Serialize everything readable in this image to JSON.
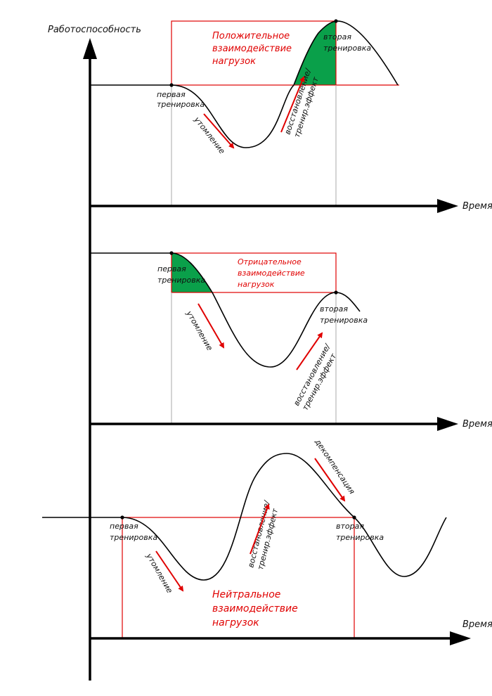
{
  "axes": {
    "y_label": "Работоспособность",
    "x_label": "Время"
  },
  "panels": [
    {
      "id": "positive",
      "title": [
        "Положительное",
        "взаимодействие",
        "нагрузок"
      ],
      "first_training": [
        "первая",
        "тренировка"
      ],
      "second_training": [
        "вторая",
        "тренировка"
      ],
      "fatigue": "утомление",
      "recovery": [
        "восстановление/",
        "тренир.эффект"
      ]
    },
    {
      "id": "negative",
      "title": [
        "Отрицательное",
        "взаимодействие",
        "нагрузок"
      ],
      "first_training": [
        "первая",
        "тренировка"
      ],
      "second_training": [
        "вторая",
        "тренировка"
      ],
      "fatigue": "утомление",
      "recovery": [
        "восстановление/",
        "тренир.эффект"
      ]
    },
    {
      "id": "neutral",
      "title": [
        "Нейтральное",
        "взаимодействие",
        "нагрузок"
      ],
      "first_training": [
        "первая",
        "тренировка"
      ],
      "second_training": [
        "вторая",
        "тренировка"
      ],
      "fatigue": "утомление",
      "recovery": [
        "восстановление/",
        "тренир.эффект"
      ],
      "decompensation": "декомпенсация"
    }
  ],
  "colors": {
    "accent_red": "#e00000",
    "fill_green": "#0aa04a",
    "curve": "#000000"
  }
}
